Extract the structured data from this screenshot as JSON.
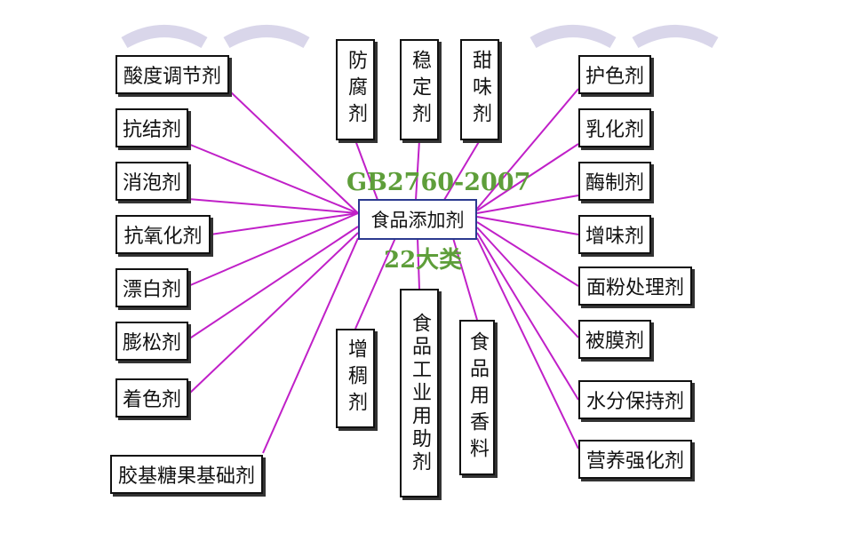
{
  "diagram": {
    "center": {
      "label": "食品添加剂"
    },
    "standard": "GB2760-2007",
    "count": "22大类",
    "nodes": [
      {
        "label": "酸度调节剂"
      },
      {
        "label": "抗结剂"
      },
      {
        "label": "消泡剂"
      },
      {
        "label": "抗氧化剂"
      },
      {
        "label": "漂白剂"
      },
      {
        "label": "膨松剂"
      },
      {
        "label": "着色剂"
      },
      {
        "label": "胶基糖果基础剂"
      },
      {
        "label": "防腐剂"
      },
      {
        "label": "稳定剂"
      },
      {
        "label": "甜味剂"
      },
      {
        "label": "增稠剂"
      },
      {
        "label": "食品工业用助剂"
      },
      {
        "label": "食品用香料"
      },
      {
        "label": "护色剂"
      },
      {
        "label": "乳化剂"
      },
      {
        "label": "酶制剂"
      },
      {
        "label": "增味剂"
      },
      {
        "label": "面粉处理剂"
      },
      {
        "label": "被膜剂"
      },
      {
        "label": "水分保持剂"
      },
      {
        "label": "营养强化剂"
      }
    ],
    "colors": {
      "connector": "#c020c8",
      "standard_text": "#5e9e3a",
      "center_border": "#2b3a8f",
      "decor": "#d9d6ea"
    }
  }
}
